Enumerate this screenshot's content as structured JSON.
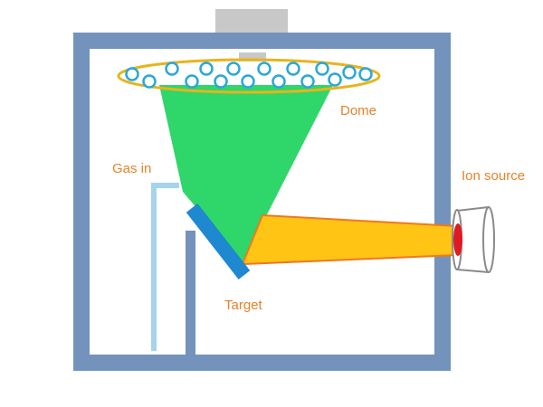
{
  "labels": {
    "dome": "Dome",
    "gas_in": "Gas in",
    "ion_source": "Ion source",
    "target": "Target"
  },
  "colors": {
    "chamber_wall": "#7393bd",
    "top_fixture": "#c8c8c8",
    "dome_outline": "#e8b41c",
    "substrate_ring": "#2aa8d8",
    "deposition_cone": "#2fd66a",
    "ion_beam": "#ffc414",
    "ion_beam_edge": "#f07820",
    "gas_pipe": "#a6d4ec",
    "target": "#1e88d0",
    "ion_source_outline": "#8a8a8a",
    "ion_source_emitter": "#e01a22",
    "label_text": "#e8822a"
  }
}
